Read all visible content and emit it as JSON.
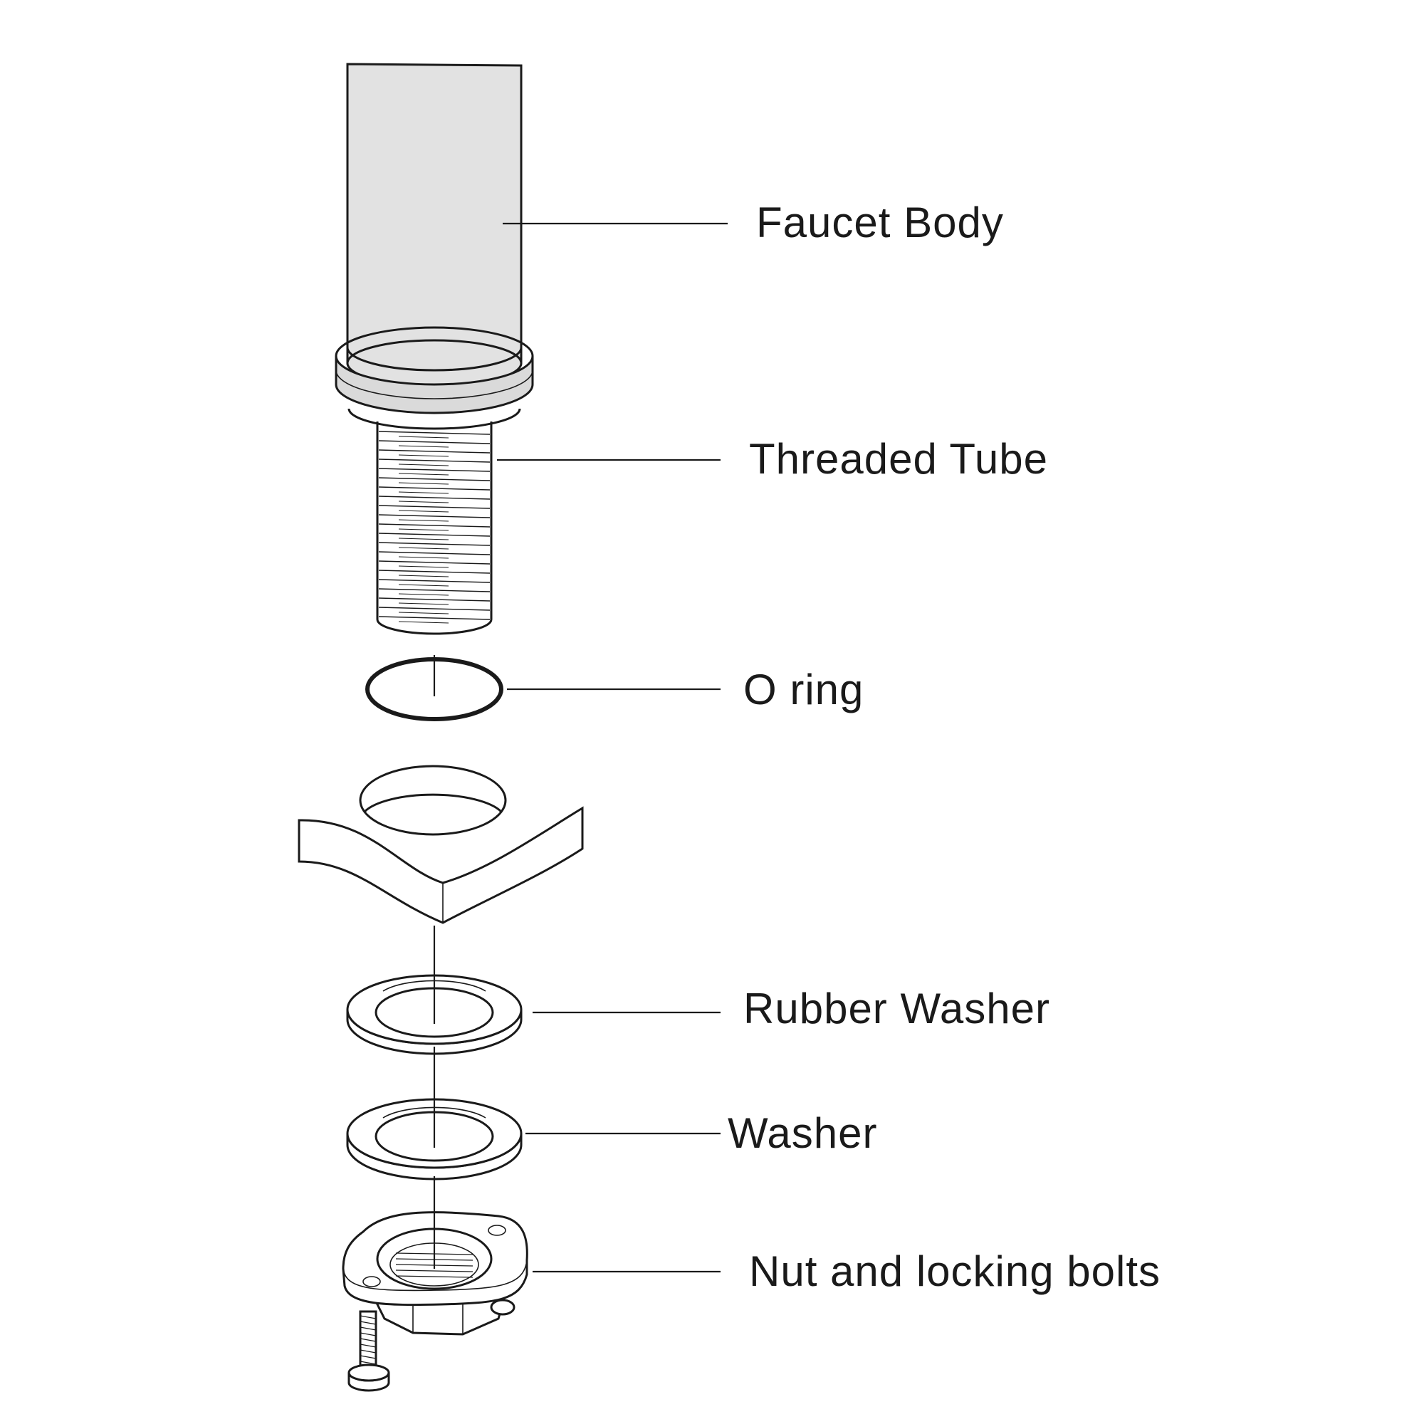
{
  "labels": {
    "faucet_body": "Faucet Body",
    "threaded_tube": "Threaded Tube",
    "o_ring": "O ring",
    "rubber_washer": "Rubber Washer",
    "washer": "Washer",
    "nut_and_bolts": "Nut and locking bolts"
  },
  "colors": {
    "stroke": "#1a1a1a",
    "body_fill": "#e2e2e2",
    "collar_fill": "#dadada",
    "background": "#ffffff"
  }
}
